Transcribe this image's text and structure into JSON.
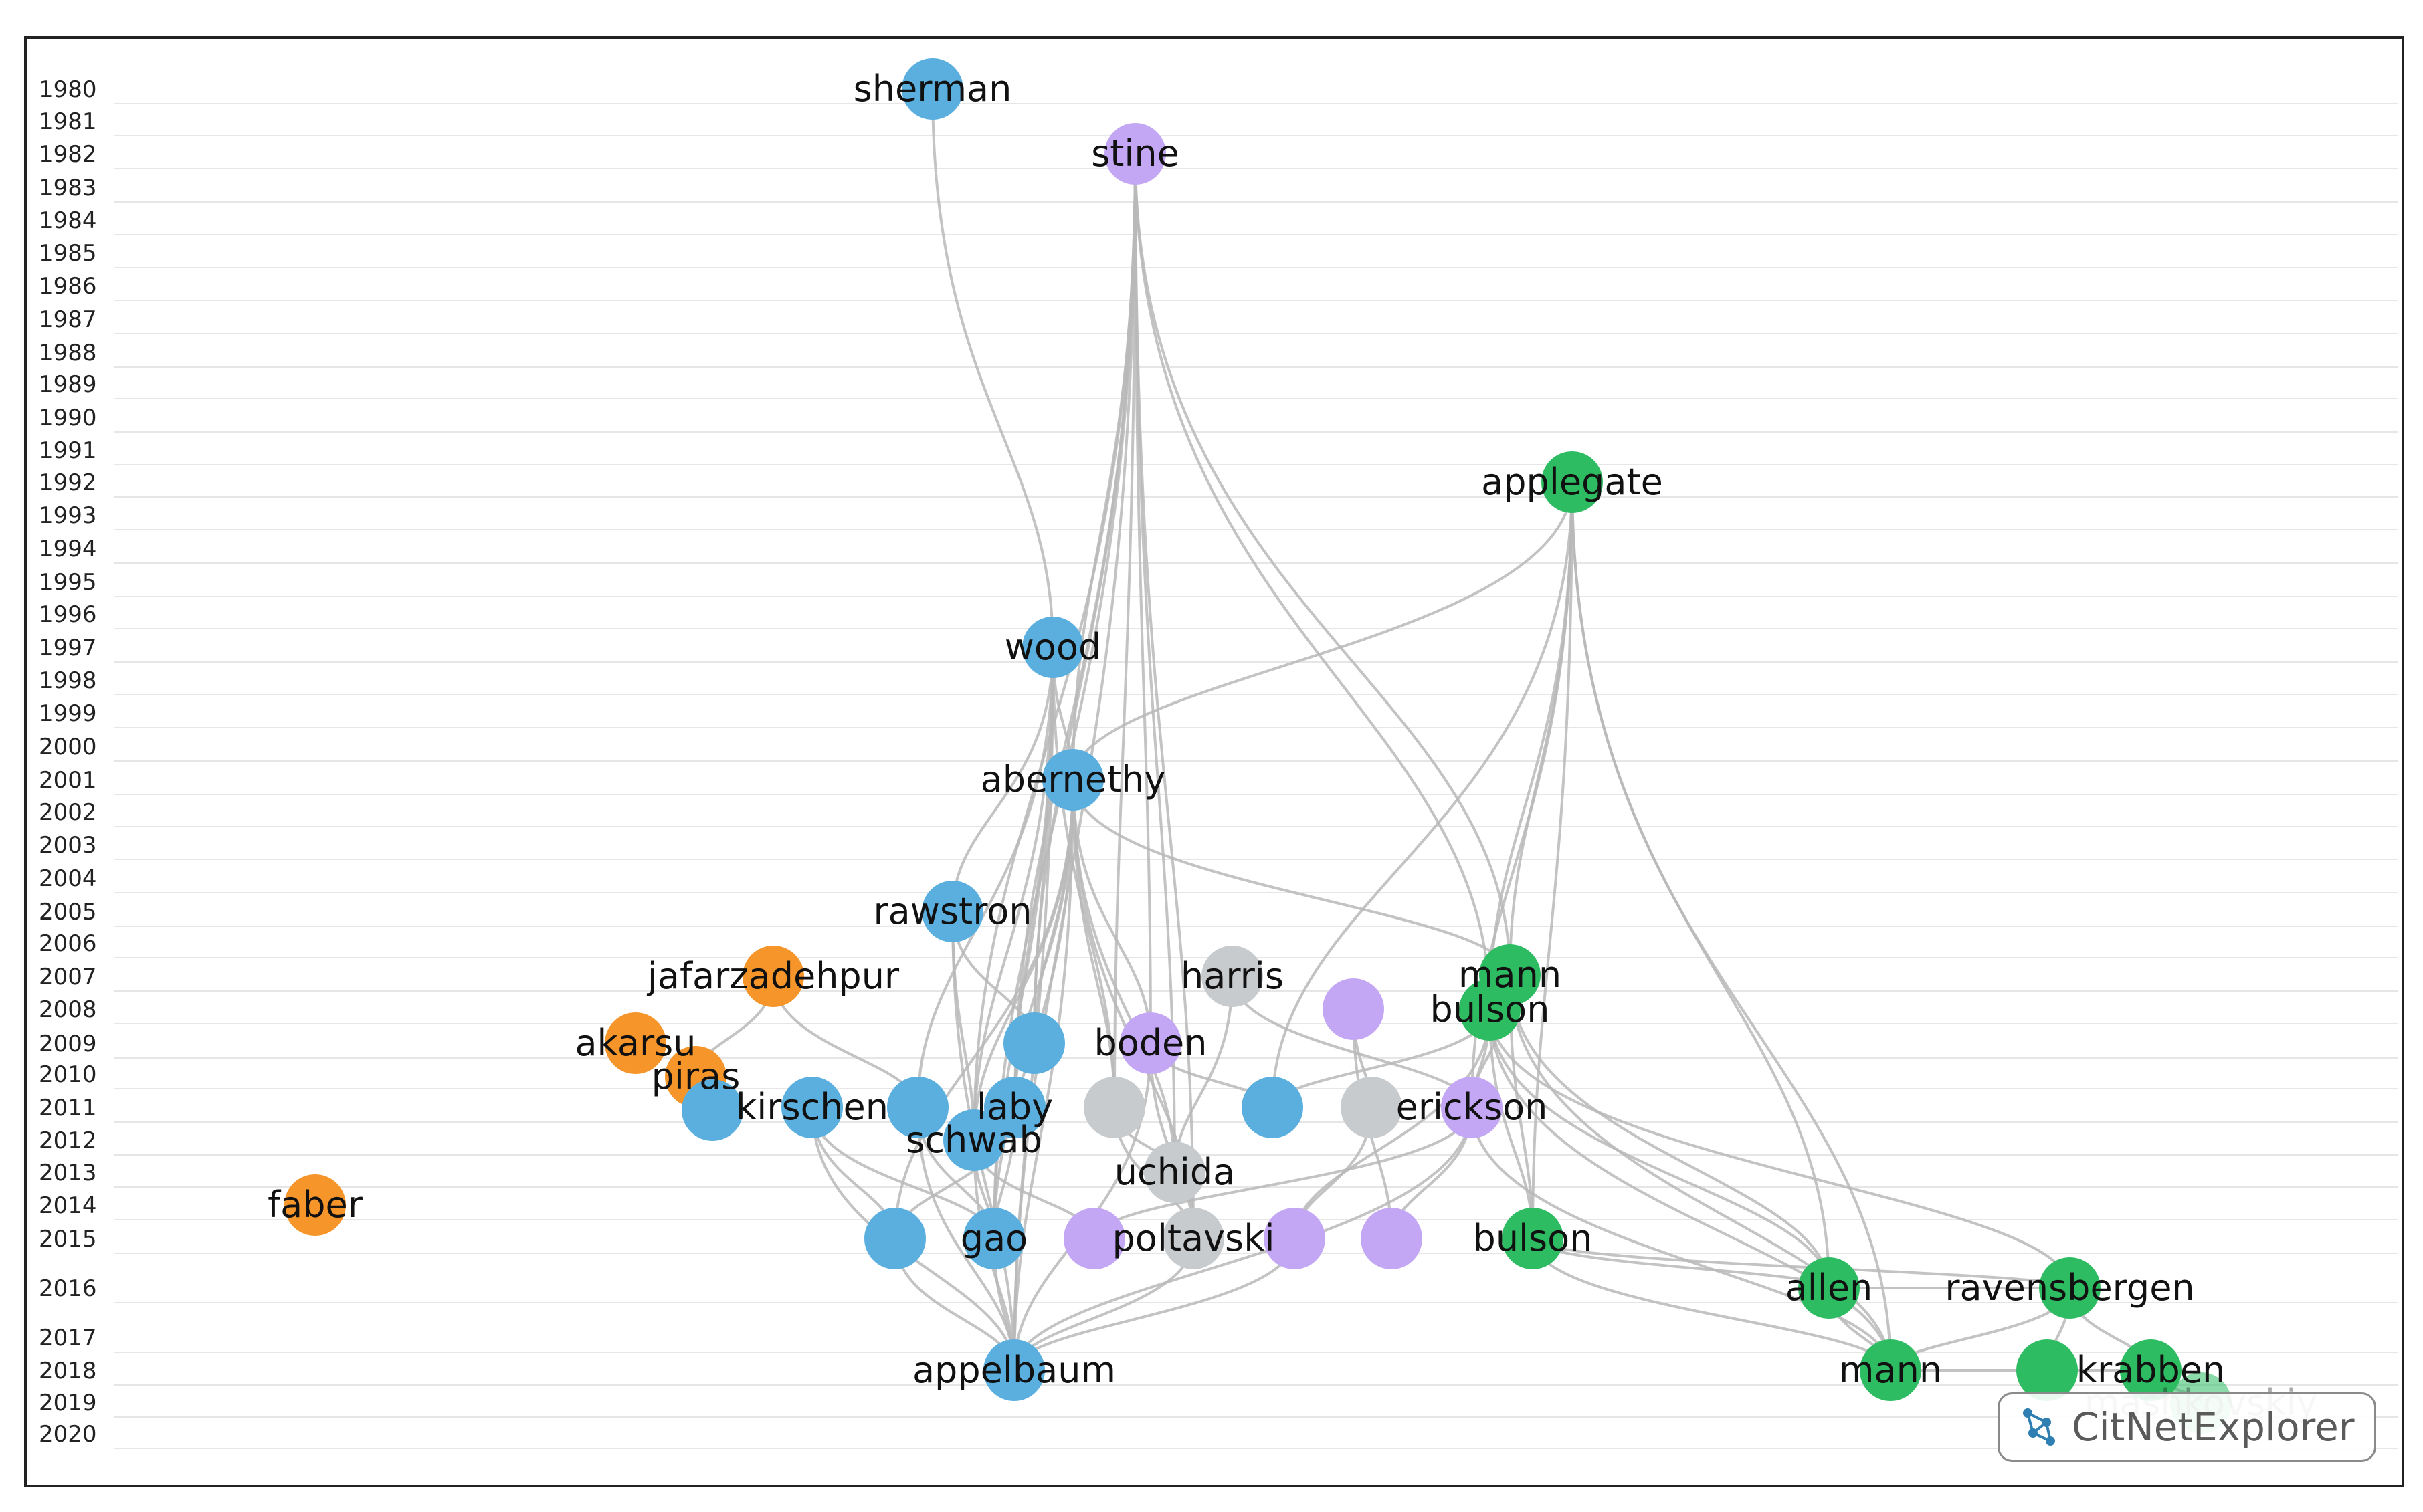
{
  "years": [
    "1980",
    "1981",
    "1982",
    "1983",
    "1984",
    "1985",
    "1986",
    "1987",
    "1988",
    "1989",
    "1990",
    "1991",
    "1992",
    "1993",
    "1994",
    "1995",
    "1996",
    "1997",
    "1998",
    "1999",
    "2000",
    "2001",
    "2002",
    "2003",
    "2004",
    "2005",
    "2006",
    "2007",
    "2008",
    "2009",
    "2010",
    "2011",
    "2012",
    "2013",
    "2014",
    "2015",
    "2016",
    "2017",
    "2018",
    "2019",
    "2020"
  ],
  "colors": {
    "blue": "#5aafdf",
    "purple": "#c4a7f4",
    "green": "#2ebc62",
    "orange": "#f5952a",
    "gray": "#c8cbcd",
    "edge": "#b9b9b9"
  },
  "nodes": [
    {
      "id": "sherman",
      "label": "sherman",
      "year": 1980,
      "cluster": "blue"
    },
    {
      "id": "stine",
      "label": "stine",
      "year": 1982,
      "cluster": "purple"
    },
    {
      "id": "applegate",
      "label": "applegate",
      "year": 1992,
      "cluster": "green"
    },
    {
      "id": "wood",
      "label": "wood",
      "year": 1997,
      "cluster": "blue"
    },
    {
      "id": "abernethy",
      "label": "abernethy",
      "year": 2001,
      "cluster": "blue"
    },
    {
      "id": "rawstron",
      "label": "rawstron",
      "year": 2005,
      "cluster": "blue"
    },
    {
      "id": "jafarzadehpur",
      "label": "jafarzadehpur",
      "year": 2007,
      "cluster": "orange"
    },
    {
      "id": "harris",
      "label": "harris",
      "year": 2007,
      "cluster": "gray"
    },
    {
      "id": "mann2007",
      "label": "mann",
      "year": 2007,
      "cluster": "green"
    },
    {
      "id": "p2008",
      "label": "",
      "year": 2008,
      "cluster": "purple"
    },
    {
      "id": "bulson2008",
      "label": "bulson",
      "year": 2008,
      "cluster": "green"
    },
    {
      "id": "akarsu",
      "label": "akarsu",
      "year": 2009,
      "cluster": "orange"
    },
    {
      "id": "b2009",
      "label": "",
      "year": 2009,
      "cluster": "blue"
    },
    {
      "id": "boden",
      "label": "boden",
      "year": 2009,
      "cluster": "purple"
    },
    {
      "id": "piras",
      "label": "piras",
      "year": 2010,
      "cluster": "orange"
    },
    {
      "id": "b2011a",
      "label": "",
      "year": 2011,
      "cluster": "blue"
    },
    {
      "id": "kirschen",
      "label": "kirschen",
      "year": 2011,
      "cluster": "blue"
    },
    {
      "id": "b2011b",
      "label": "",
      "year": 2011,
      "cluster": "blue"
    },
    {
      "id": "laby",
      "label": "laby",
      "year": 2011,
      "cluster": "blue"
    },
    {
      "id": "g2011a",
      "label": "",
      "year": 2011,
      "cluster": "gray"
    },
    {
      "id": "b2011c",
      "label": "",
      "year": 2011,
      "cluster": "blue"
    },
    {
      "id": "g2011b",
      "label": "",
      "year": 2011,
      "cluster": "gray"
    },
    {
      "id": "erickson",
      "label": "erickson",
      "year": 2011,
      "cluster": "purple"
    },
    {
      "id": "schwab",
      "label": "schwab",
      "year": 2012,
      "cluster": "blue"
    },
    {
      "id": "uchida",
      "label": "uchida",
      "year": 2013,
      "cluster": "gray"
    },
    {
      "id": "faber",
      "label": "faber",
      "year": 2014,
      "cluster": "orange"
    },
    {
      "id": "b2015",
      "label": "",
      "year": 2015,
      "cluster": "blue"
    },
    {
      "id": "gao",
      "label": "gao",
      "year": 2015,
      "cluster": "blue"
    },
    {
      "id": "p2015a",
      "label": "",
      "year": 2015,
      "cluster": "purple"
    },
    {
      "id": "poltavski",
      "label": "poltavski",
      "year": 2015,
      "cluster": "gray"
    },
    {
      "id": "p2015b",
      "label": "",
      "year": 2015,
      "cluster": "purple"
    },
    {
      "id": "p2015c",
      "label": "",
      "year": 2015,
      "cluster": "purple"
    },
    {
      "id": "bulson2015",
      "label": "bulson",
      "year": 2015,
      "cluster": "green"
    },
    {
      "id": "ravensbergen",
      "label": "ravensbergen",
      "year": 2016,
      "cluster": "green"
    },
    {
      "id": "allen",
      "label": "allen",
      "year": 2016,
      "cluster": "green"
    },
    {
      "id": "appelbaum",
      "label": "appelbaum",
      "year": 2018,
      "cluster": "blue"
    },
    {
      "id": "mann2018",
      "label": "mann",
      "year": 2018,
      "cluster": "green"
    },
    {
      "id": "g2018",
      "label": "",
      "year": 2018,
      "cluster": "green"
    },
    {
      "id": "krabben",
      "label": "krabben",
      "year": 2018,
      "cluster": "green"
    },
    {
      "id": "mashkovskiy",
      "label": "mashkovskiy",
      "year": 2019,
      "cluster": "green"
    }
  ],
  "edges": [
    [
      "sherman",
      "wood"
    ],
    [
      "stine",
      "abernethy"
    ],
    [
      "stine",
      "b2009"
    ],
    [
      "stine",
      "boden"
    ],
    [
      "stine",
      "laby"
    ],
    [
      "stine",
      "schwab"
    ],
    [
      "stine",
      "gao"
    ],
    [
      "stine",
      "appelbaum"
    ],
    [
      "stine",
      "poltavski"
    ],
    [
      "stine",
      "mann2007"
    ],
    [
      "stine",
      "g2011a"
    ],
    [
      "stine",
      "uchida"
    ],
    [
      "stine",
      "bulson2008"
    ],
    [
      "applegate",
      "abernethy"
    ],
    [
      "applegate",
      "mann2007"
    ],
    [
      "applegate",
      "bulson2008"
    ],
    [
      "applegate",
      "erickson"
    ],
    [
      "applegate",
      "bulson2015"
    ],
    [
      "applegate",
      "allen"
    ],
    [
      "applegate",
      "mann2018"
    ],
    [
      "applegate",
      "b2011c"
    ],
    [
      "wood",
      "abernethy"
    ],
    [
      "wood",
      "rawstron"
    ],
    [
      "wood",
      "b2009"
    ],
    [
      "wood",
      "laby"
    ],
    [
      "wood",
      "schwab"
    ],
    [
      "wood",
      "gao"
    ],
    [
      "wood",
      "appelbaum"
    ],
    [
      "wood",
      "b2011b"
    ],
    [
      "wood",
      "g2011a"
    ],
    [
      "abernethy",
      "b2009"
    ],
    [
      "abernethy",
      "boden"
    ],
    [
      "abernethy",
      "laby"
    ],
    [
      "abernethy",
      "schwab"
    ],
    [
      "abernethy",
      "gao"
    ],
    [
      "abernethy",
      "appelbaum"
    ],
    [
      "abernethy",
      "mann2007"
    ],
    [
      "abernethy",
      "g2011a"
    ],
    [
      "abernethy",
      "uchida"
    ],
    [
      "abernethy",
      "b2015"
    ],
    [
      "abernethy",
      "poltavski"
    ],
    [
      "rawstron",
      "b2009"
    ],
    [
      "rawstron",
      "schwab"
    ],
    [
      "rawstron",
      "appelbaum"
    ],
    [
      "jafarzadehpur",
      "piras"
    ],
    [
      "jafarzadehpur",
      "b2011b"
    ],
    [
      "harris",
      "erickson"
    ],
    [
      "harris",
      "uchida"
    ],
    [
      "p2008",
      "g2011b"
    ],
    [
      "p2008",
      "p2015c"
    ],
    [
      "bulson2008",
      "erickson"
    ],
    [
      "bulson2008",
      "b2011c"
    ],
    [
      "bulson2008",
      "bulson2015"
    ],
    [
      "bulson2008",
      "allen"
    ],
    [
      "bulson2008",
      "mann2018"
    ],
    [
      "bulson2008",
      "p2015b"
    ],
    [
      "bulson2008",
      "ravensbergen"
    ],
    [
      "mann2007",
      "bulson2015"
    ],
    [
      "mann2007",
      "allen"
    ],
    [
      "mann2007",
      "mann2018"
    ],
    [
      "mann2007",
      "erickson"
    ],
    [
      "boden",
      "poltavski"
    ],
    [
      "boden",
      "appelbaum"
    ],
    [
      "boden",
      "b2011c"
    ],
    [
      "kirschen",
      "b2015"
    ],
    [
      "kirschen",
      "appelbaum"
    ],
    [
      "kirschen",
      "gao"
    ],
    [
      "b2011b",
      "gao"
    ],
    [
      "b2011b",
      "appelbaum"
    ],
    [
      "laby",
      "gao"
    ],
    [
      "laby",
      "b2015"
    ],
    [
      "g2011a",
      "poltavski"
    ],
    [
      "g2011a",
      "uchida"
    ],
    [
      "g2011b",
      "p2015b"
    ],
    [
      "erickson",
      "p2015a"
    ],
    [
      "erickson",
      "appelbaum"
    ],
    [
      "erickson",
      "p2015c"
    ],
    [
      "erickson",
      "mann2018"
    ],
    [
      "schwab",
      "gao"
    ],
    [
      "schwab",
      "appelbaum"
    ],
    [
      "schwab",
      "p2015a"
    ],
    [
      "b2015",
      "appelbaum"
    ],
    [
      "gao",
      "appelbaum"
    ],
    [
      "poltavski",
      "appelbaum"
    ],
    [
      "p2015b",
      "appelbaum"
    ],
    [
      "bulson2015",
      "allen"
    ],
    [
      "bulson2015",
      "mann2018"
    ],
    [
      "bulson2015",
      "ravensbergen"
    ],
    [
      "allen",
      "mann2018"
    ],
    [
      "ravensbergen",
      "allen"
    ],
    [
      "ravensbergen",
      "g2018"
    ],
    [
      "ravensbergen",
      "krabben"
    ],
    [
      "ravensbergen",
      "mann2018"
    ],
    [
      "mann2018",
      "g2018"
    ],
    [
      "g2018",
      "krabben"
    ],
    [
      "krabben",
      "mashkovskiy"
    ]
  ],
  "watermark": {
    "icon": "network-icon",
    "text": "CitNetExplorer"
  }
}
